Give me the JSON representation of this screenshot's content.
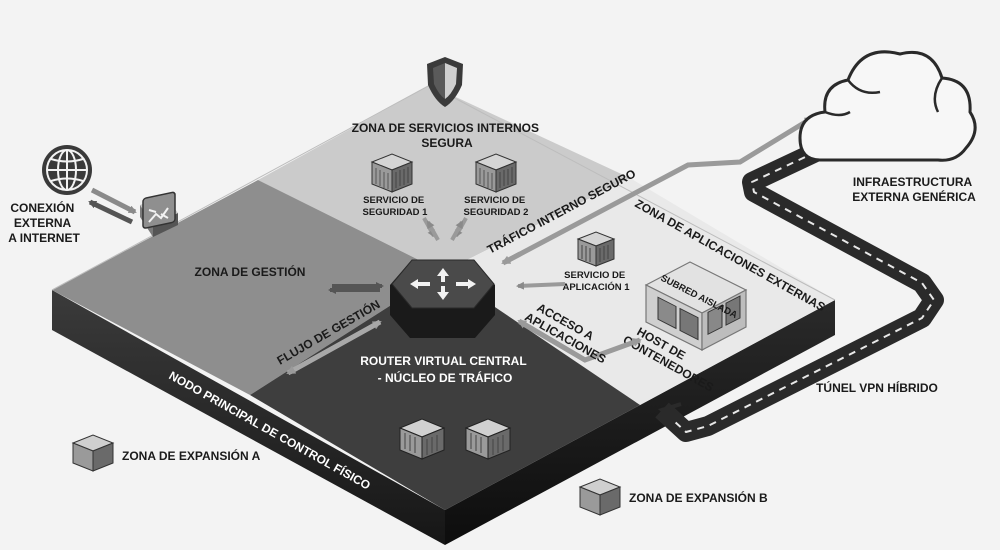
{
  "internet": {
    "label_lines": [
      "CONEXIÓN",
      "EXTERNA",
      "A INTERNET"
    ]
  },
  "zones": {
    "secure_internal": {
      "title_lines": [
        "ZONA DE SERVICIOS INTERNOS",
        "SEGURA"
      ],
      "service_1_lines": [
        "SERVICIO DE",
        "SEGURIDAD 1"
      ],
      "service_2_lines": [
        "SERVICIO DE",
        "SEGURIDAD 2"
      ]
    },
    "management": {
      "title": "ZONA DE GESTIÓN"
    },
    "external_apps": {
      "title": "ZONA DE APLICACIONES EXTERNAS",
      "service_lines": [
        "SERVICIO DE",
        "APLICACIÓN 1"
      ],
      "isolated_subnet": "SUBRED AISLADA",
      "container_host_lines": [
        "HOST DE",
        "CONTENEDORES"
      ]
    }
  },
  "router": {
    "label_lines": [
      "ROUTER VIRTUAL CENTRAL",
      "- NÚCLEO DE TRÁFICO"
    ]
  },
  "flows": {
    "secure_internal_traffic": "TRÁFICO INTERNO SEGURO",
    "management_flow": "FLUJO DE GESTIÓN",
    "app_access_lines": [
      "ACCESO A",
      "APLICACIONES"
    ]
  },
  "platform": {
    "label": "NODO PRINCIPAL DE CONTROL FÍSICO"
  },
  "legend": {
    "expansion_a": "ZONA DE EXPANSIÓN A",
    "expansion_b": "ZONA DE EXPANSIÓN B"
  },
  "cloud": {
    "label_lines": [
      "INFRAESTRUCTURA",
      "EXTERNA GENÉRICA"
    ]
  },
  "vpn": {
    "label": "TÚNEL VPN HÍBRIDO"
  }
}
